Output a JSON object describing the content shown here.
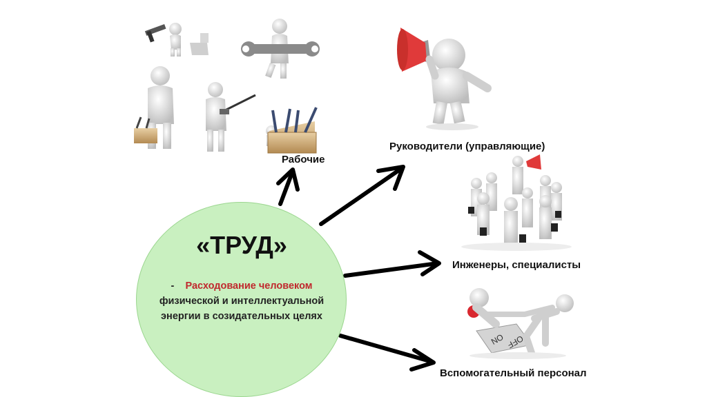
{
  "center": {
    "title": "«ТРУД»",
    "definition_dash": "-",
    "definition_line1": "Расходование человеком",
    "definition_line2": "физической и  интеллектуальной",
    "definition_line3": "энергии в созидательных целях"
  },
  "branches": {
    "workers": "Рабочие",
    "managers": "Руководители (управляющие)",
    "engineers": "Инженеры, специалисты",
    "support": "Вспомогательный персонал"
  },
  "colors": {
    "circle_fill": "#c9f0c0",
    "arrow": "#000000",
    "accent_red": "#c0282d"
  }
}
